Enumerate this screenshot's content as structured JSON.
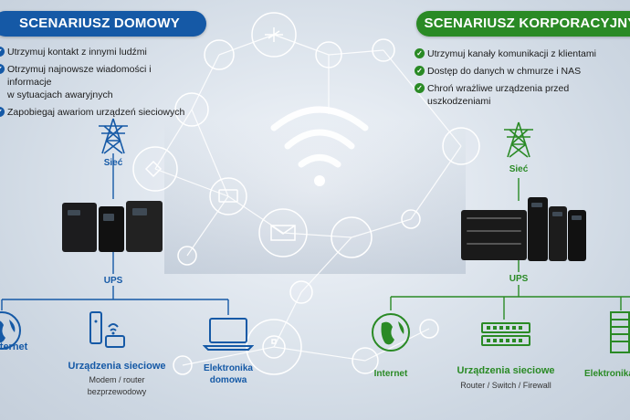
{
  "colors": {
    "home": "#1559a6",
    "corp": "#2a8a25",
    "network_lines": "#ffffff"
  },
  "home": {
    "title": "SCENARIUSZ DOMOWY",
    "bullets": [
      "Utrzymuj kontakt z innymi ludźmi",
      "Otrzymuj najnowsze wiadomości i informacje",
      "w sytuacjach awaryjnych",
      "Zapobiegaj awariom urządzeń sieciowych"
    ],
    "grid_label": "Sieć",
    "ups_label": "UPS",
    "devices": {
      "internet": "Internet",
      "network_title": "Urządzenia sieciowe",
      "network_sub1": "Modem / router",
      "network_sub2": "bezprzewodowy",
      "electronics1": "Elektronika",
      "electronics2": "domowa"
    },
    "icons": [
      "transmission-tower-icon",
      "globe-icon",
      "router-icon",
      "laptop-icon"
    ]
  },
  "corp": {
    "title": "SCENARIUSZ KORPORACYJNY",
    "bullets": [
      "Utrzymuj kanały komunikacji z klientami",
      "Dostęp do danych w chmurze i NAS",
      "Chroń wrażliwe urządzenia przed uszkodzeniami"
    ],
    "grid_label": "Sieć",
    "ups_label": "UPS",
    "devices": {
      "internet": "Internet",
      "network_title": "Urządzenia sieciowe",
      "network_sub": "Router / Switch / Firewall",
      "electronics": "Elektronika"
    },
    "icons": [
      "transmission-tower-icon",
      "globe-icon",
      "network-switch-icon",
      "server-rack-icon"
    ]
  }
}
